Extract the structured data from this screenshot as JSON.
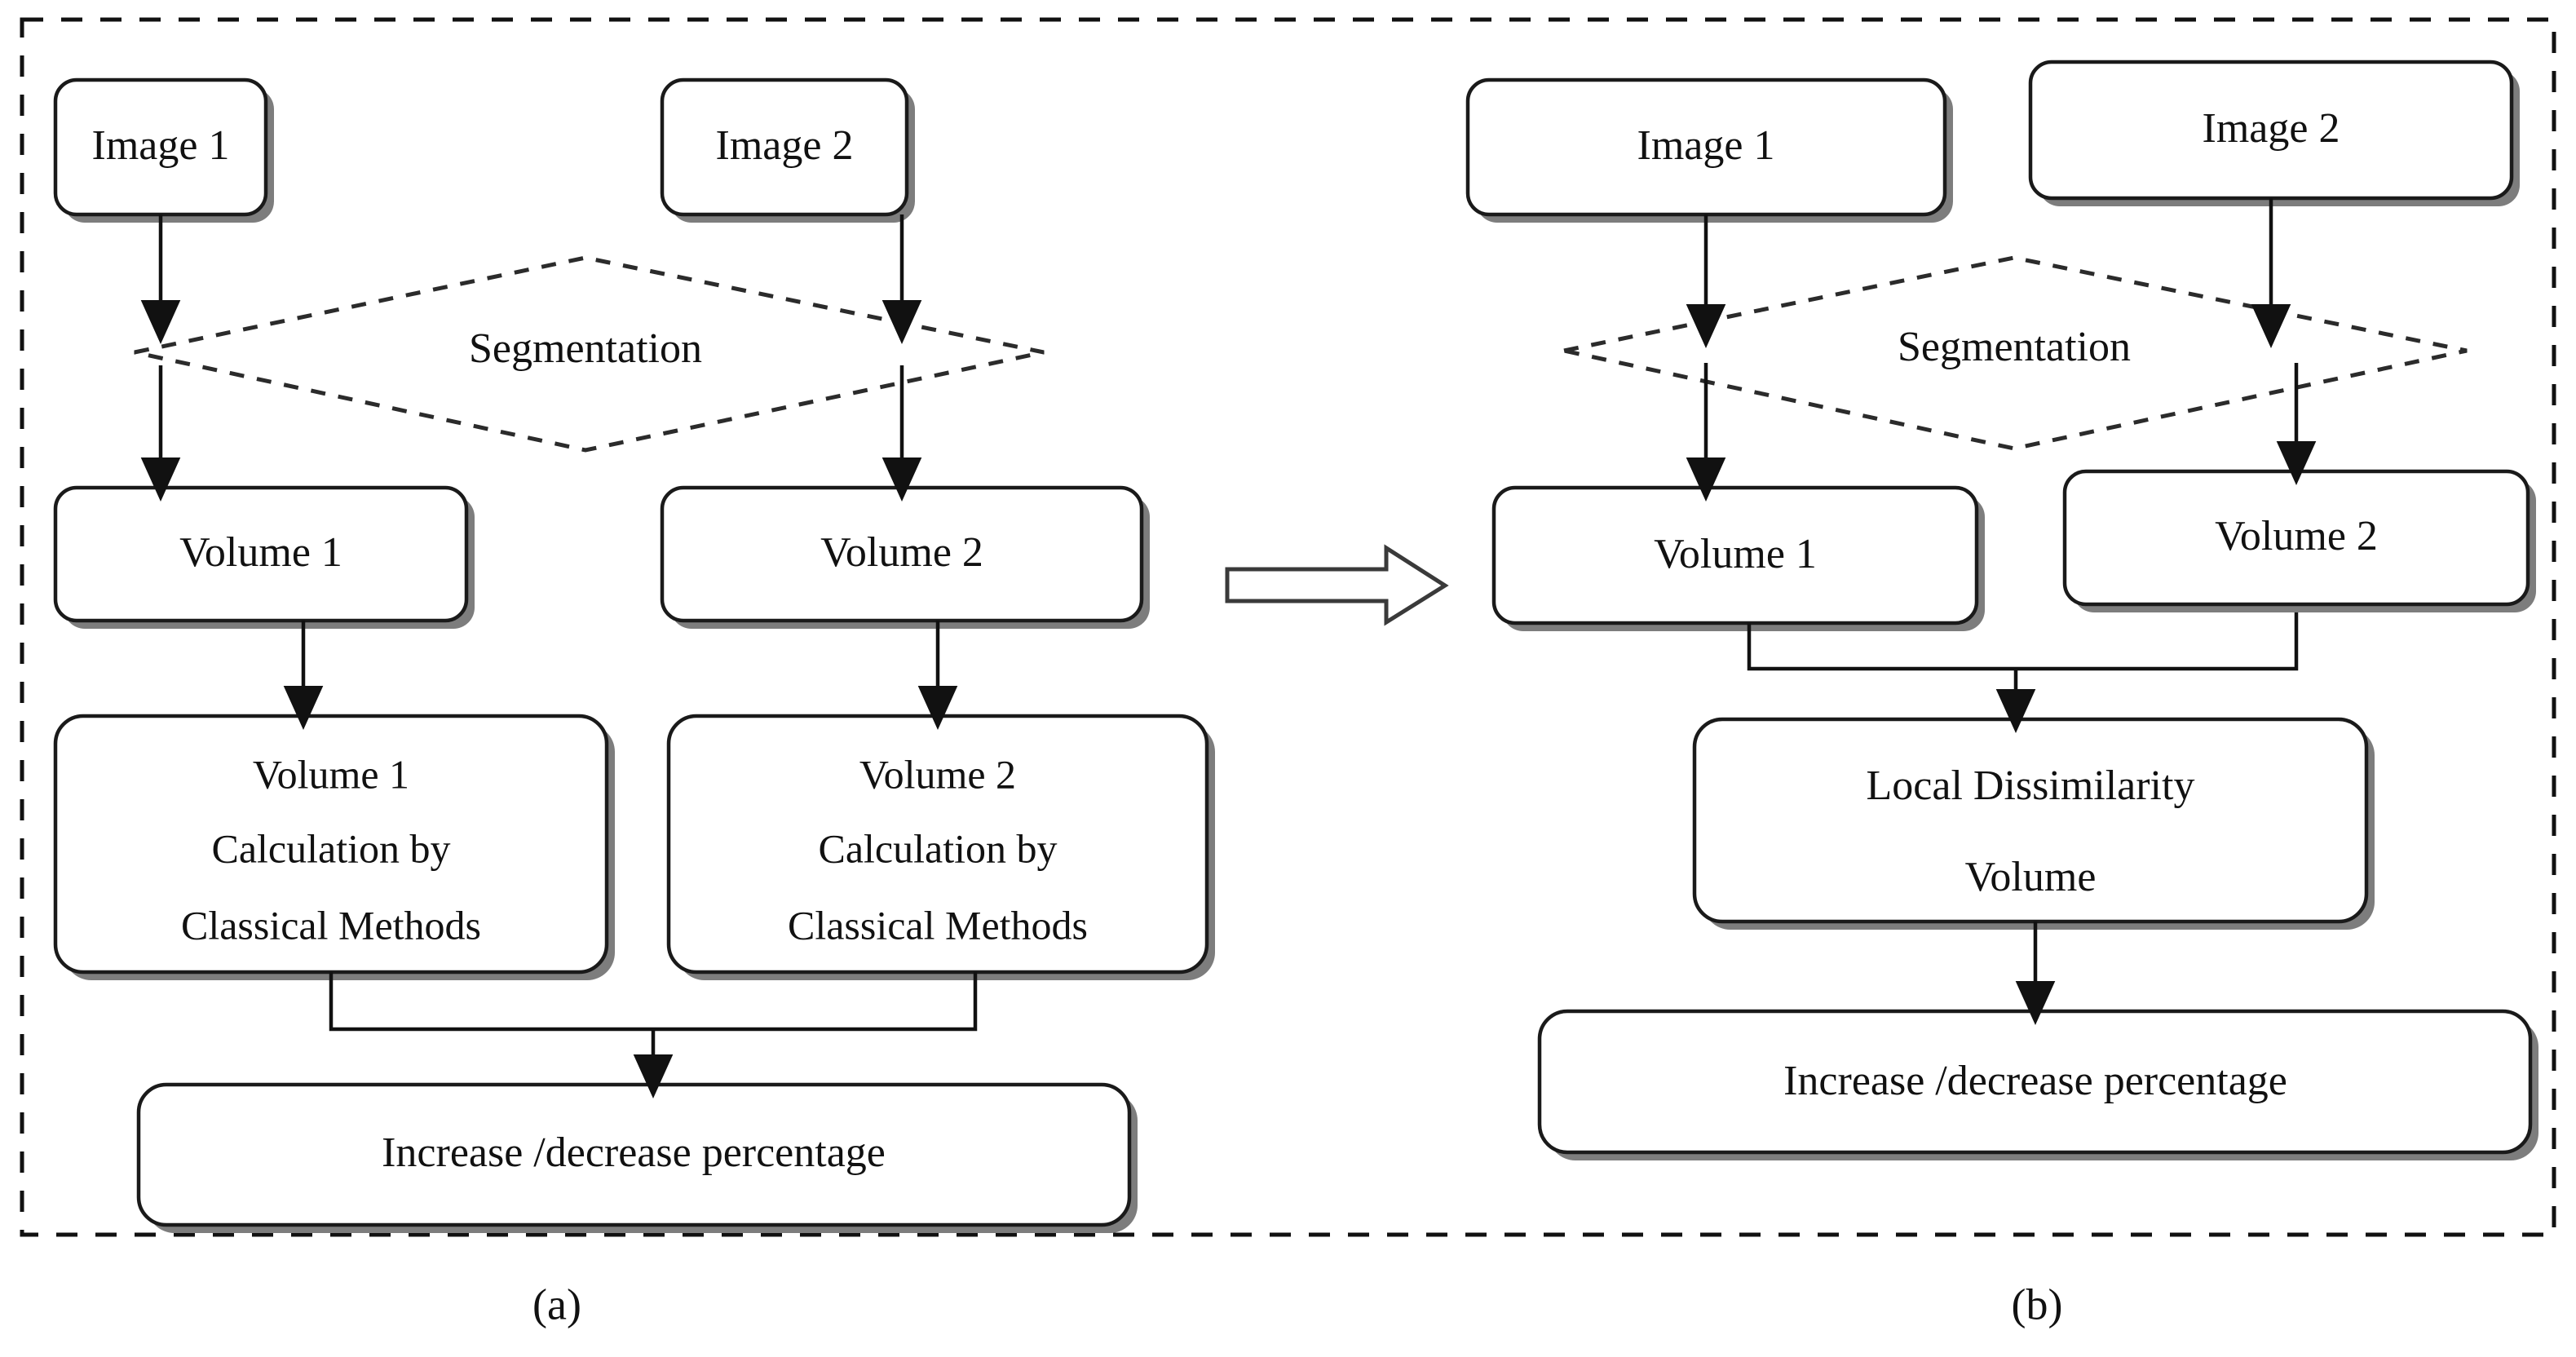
{
  "figure": {
    "type": "flowchart-comparison",
    "background_color": "#ffffff",
    "frame": {
      "style": "dashed",
      "color": "#111111"
    },
    "transition_arrow": {
      "name": "block-arrow-right",
      "direction": "right",
      "fill": "#ffffff",
      "stroke": "#3a3a3a"
    }
  },
  "panels": [
    {
      "id": "a",
      "caption": "(a)",
      "nodes": {
        "image1": "Image 1",
        "image2": "Image 2",
        "segmentation": "Segmentation",
        "volume1": "Volume 1",
        "volume2": "Volume 2",
        "calc1_line1": "Volume 1",
        "calc1_line2": "Calculation by",
        "calc1_line3": "Classical Methods",
        "calc2_line1": "Volume 2",
        "calc2_line2": "Calculation by",
        "calc2_line3": "Classical Methods",
        "result": "Increase /decrease percentage"
      }
    },
    {
      "id": "b",
      "caption": "(b)",
      "nodes": {
        "image1": "Image 1",
        "image2": "Image 2",
        "segmentation": "Segmentation",
        "volume1": "Volume 1",
        "volume2": "Volume 2",
        "ldv_line1": "Local Dissimilarity",
        "ldv_line2": "Volume",
        "result": "Increase /decrease percentage"
      }
    }
  ]
}
